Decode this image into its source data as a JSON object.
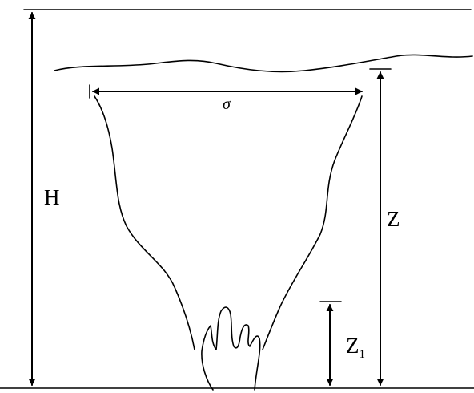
{
  "labels": {
    "height": "H",
    "plume_width": "σ",
    "height_above_source": "Z",
    "flame_height_main": "Z",
    "flame_height_sub": "1"
  },
  "colors": {
    "line": "#000000",
    "background": "#ffffff"
  }
}
